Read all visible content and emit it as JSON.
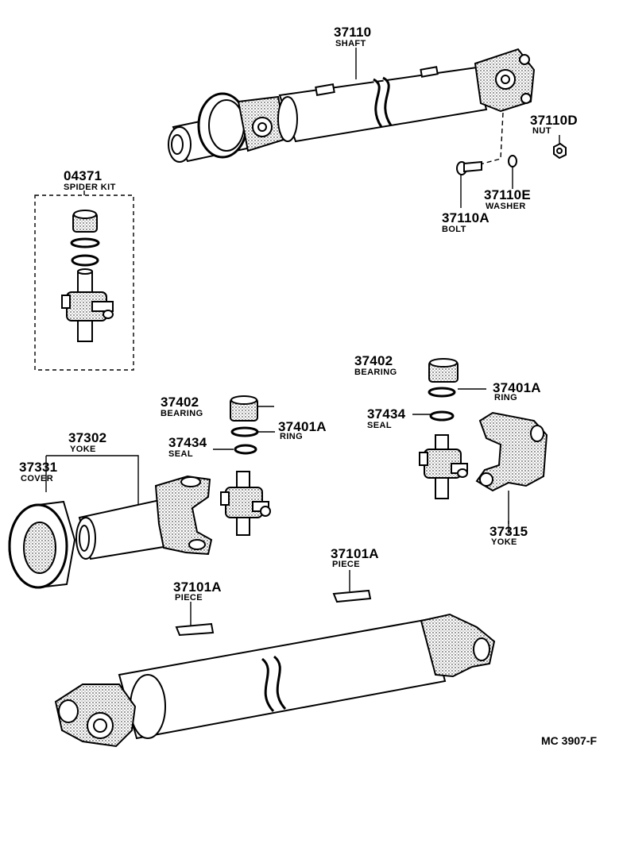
{
  "parts": {
    "shaft_upper": {
      "number": "37110",
      "name": "SHAFT"
    },
    "nut": {
      "number": "37110D",
      "name": "NUT"
    },
    "washer": {
      "number": "37110E",
      "name": "WASHER"
    },
    "bolt": {
      "number": "37110A",
      "name": "BOLT"
    },
    "spider_kit": {
      "number": "04371",
      "name": "SPIDER KIT"
    },
    "bearing_right": {
      "number": "37402",
      "name": "BEARING"
    },
    "ring_right": {
      "number": "37401A",
      "name": "RING"
    },
    "seal_right": {
      "number": "37434",
      "name": "SEAL"
    },
    "yoke_right": {
      "number": "37315",
      "name": "YOKE"
    },
    "bearing_mid": {
      "number": "37402",
      "name": "BEARING"
    },
    "ring_mid": {
      "number": "37401A",
      "name": "RING"
    },
    "seal_mid": {
      "number": "37434",
      "name": "SEAL"
    },
    "yoke_left": {
      "number": "37302",
      "name": "YOKE"
    },
    "cover": {
      "number": "37331",
      "name": "COVER"
    },
    "piece_right": {
      "number": "37101A",
      "name": "PIECE"
    },
    "piece_left": {
      "number": "37101A",
      "name": "PIECE"
    }
  },
  "diagram_code": "MC 3907-F"
}
